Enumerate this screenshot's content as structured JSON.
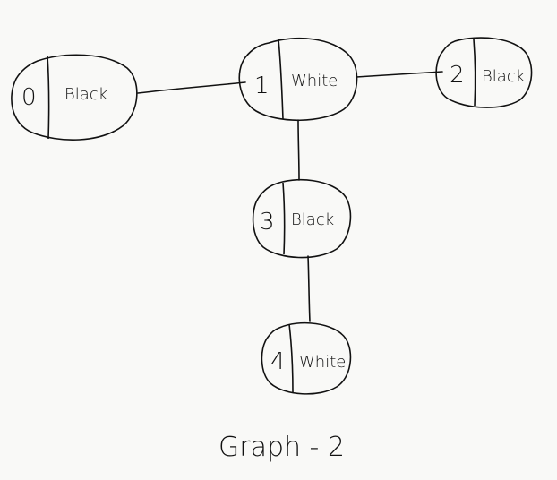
{
  "diagram": {
    "caption": "Graph - 2",
    "stroke_color": "#111111",
    "background_color": "#f9f9f7",
    "nodes": [
      {
        "id": "0",
        "label": "Black"
      },
      {
        "id": "1",
        "label": "White"
      },
      {
        "id": "2",
        "label": "Black"
      },
      {
        "id": "3",
        "label": "Black"
      },
      {
        "id": "4",
        "label": "White"
      }
    ],
    "edges": [
      {
        "from": "0",
        "to": "1"
      },
      {
        "from": "1",
        "to": "2"
      },
      {
        "from": "1",
        "to": "3"
      },
      {
        "from": "3",
        "to": "4"
      }
    ]
  }
}
